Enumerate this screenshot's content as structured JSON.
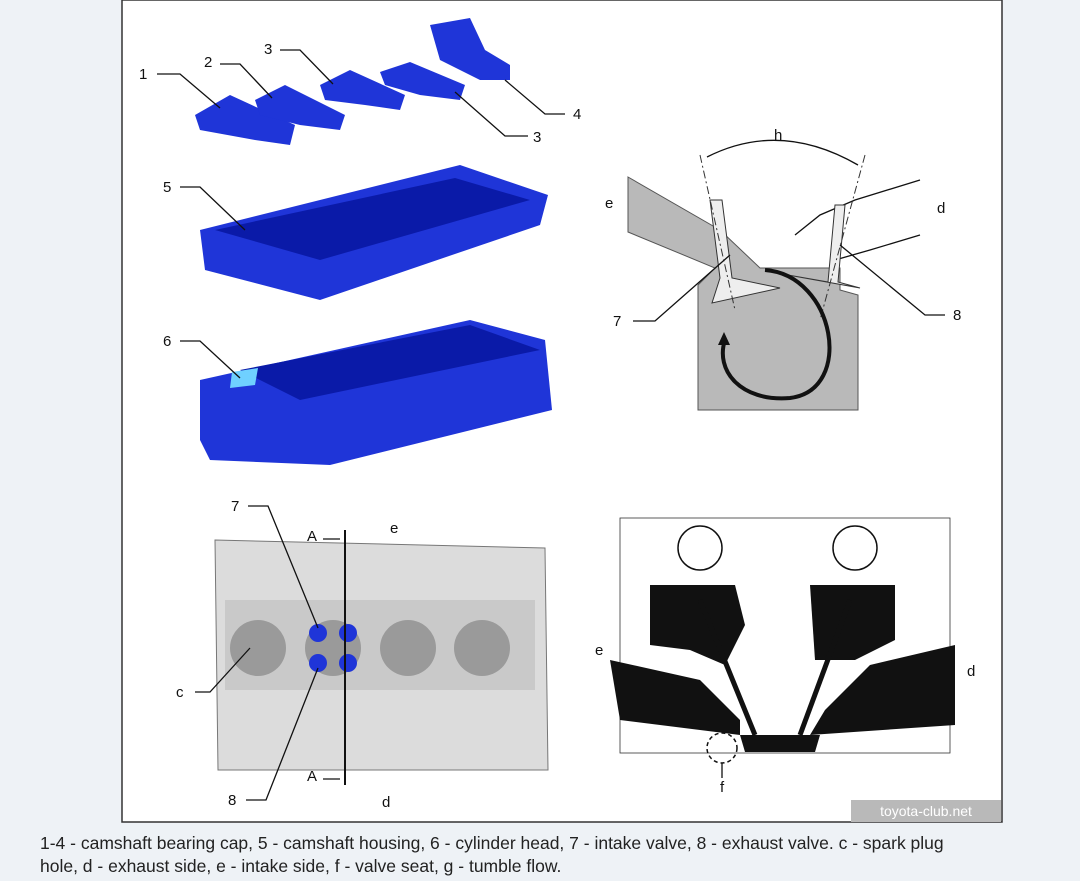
{
  "figure": {
    "exploded_view_labels": [
      "1",
      "2",
      "3",
      "4",
      "3",
      "5",
      "6"
    ],
    "valve_angle_labels": {
      "h": "h",
      "e": "e",
      "d": "d",
      "intake": "7",
      "exhaust": "8"
    },
    "head_top_view_labels": {
      "intake": "7",
      "section_top": "A",
      "intake_side": "e",
      "spark_plug": "c",
      "section_bottom": "A",
      "exhaust": "8",
      "exhaust_side": "d"
    },
    "section_view_labels": {
      "intake_side": "e",
      "exhaust_side": "d",
      "valve_seat": "f"
    },
    "colors": {
      "part_blue": "#1f35d8",
      "chamber_gray": "#b9b9b9",
      "background": "#eef2f6"
    }
  },
  "watermark": "toyota-club.net",
  "caption": {
    "line1": "1-4 - camshaft bearing cap, 5 - camshaft housing, 6 - cylinder head, 7 - intake valve, 8 - exhaust valve. c - spark plug",
    "line2": "hole, d - exhaust side, e - intake side, f - valve seat, g - tumble flow."
  }
}
